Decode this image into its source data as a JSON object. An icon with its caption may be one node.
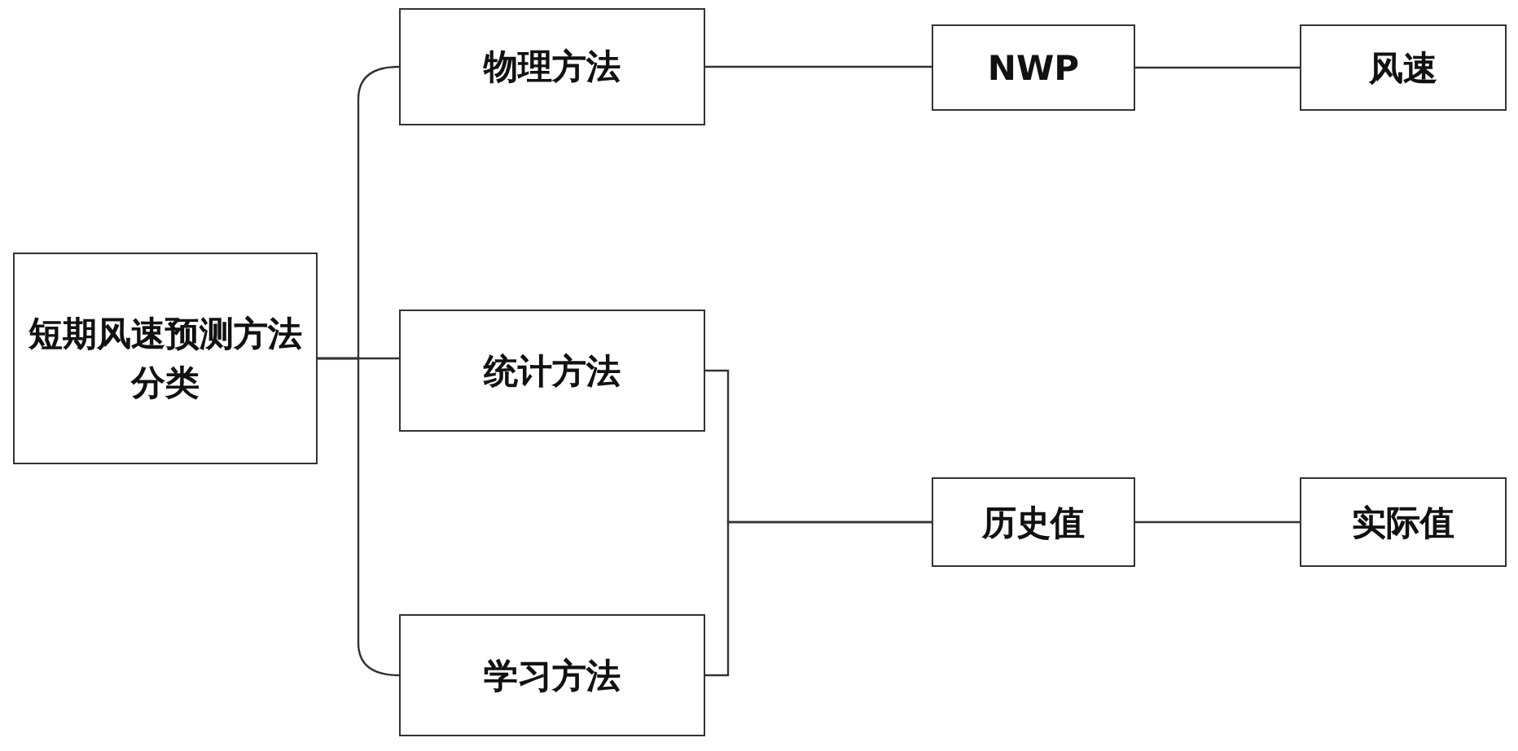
{
  "diagram": {
    "nodes": [
      {
        "text": [
          "短期风速预测方法分类"
        ]
      },
      {
        "text": [
          "物理方法"
        ]
      },
      {
        "text": [
          "统计方法"
        ]
      },
      {
        "text": [
          "学习方法"
        ]
      },
      {
        "text": [
          "NWP"
        ]
      },
      {
        "text": [
          "风速"
        ]
      },
      {
        "text": [
          "历史值"
        ]
      },
      {
        "text": [
          "实际值"
        ]
      }
    ],
    "edges": [
      {
        "from": 0,
        "to": 1,
        "arrow": "none"
      },
      {
        "from": 0,
        "to": 2,
        "arrow": "none"
      },
      {
        "from": 0,
        "to": 3,
        "arrow": "none"
      },
      {
        "from": 1,
        "to": 4,
        "arrow": "none"
      },
      {
        "from": 4,
        "to": 5,
        "arrow": "none"
      },
      {
        "from": 2,
        "to": 6,
        "arrow": "none"
      },
      {
        "from": 3,
        "to": 6,
        "arrow": "none"
      },
      {
        "from": 6,
        "to": 7,
        "arrow": "none"
      }
    ]
  }
}
